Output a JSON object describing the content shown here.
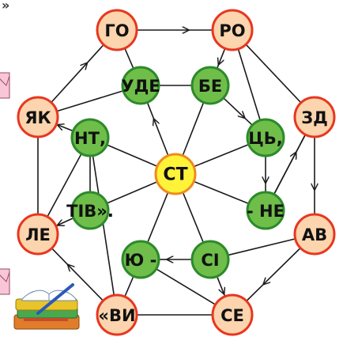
{
  "colors": {
    "outer_fill": "#fcd4ad",
    "outer_stroke": "#e8361f",
    "inner_fill": "#6fbe4a",
    "inner_stroke": "#2d8a2b",
    "center_fill": "#fff33a",
    "center_stroke": "#f08a1c",
    "edge": "#1a1a1a"
  },
  "nodes": {
    "go": "ГО",
    "ro": "РО",
    "yak": "ЯК",
    "zd": "ЗД",
    "le": "ЛЕ",
    "av": "АВ",
    "vy": "«ВИ",
    "se": "СЕ",
    "ude": "УДЕ",
    "be": "БЕ",
    "nt": "НТ,",
    "ts": "ЦЬ,",
    "tiv": "ТІВ».",
    "ne": "- НЕ",
    "yu": "Ю -",
    "si": "СІ",
    "st": "СТ"
  },
  "decorations": {
    "corner_mark": "»",
    "book_icon": "books-icon",
    "envelope_icon": "envelope-icon"
  }
}
